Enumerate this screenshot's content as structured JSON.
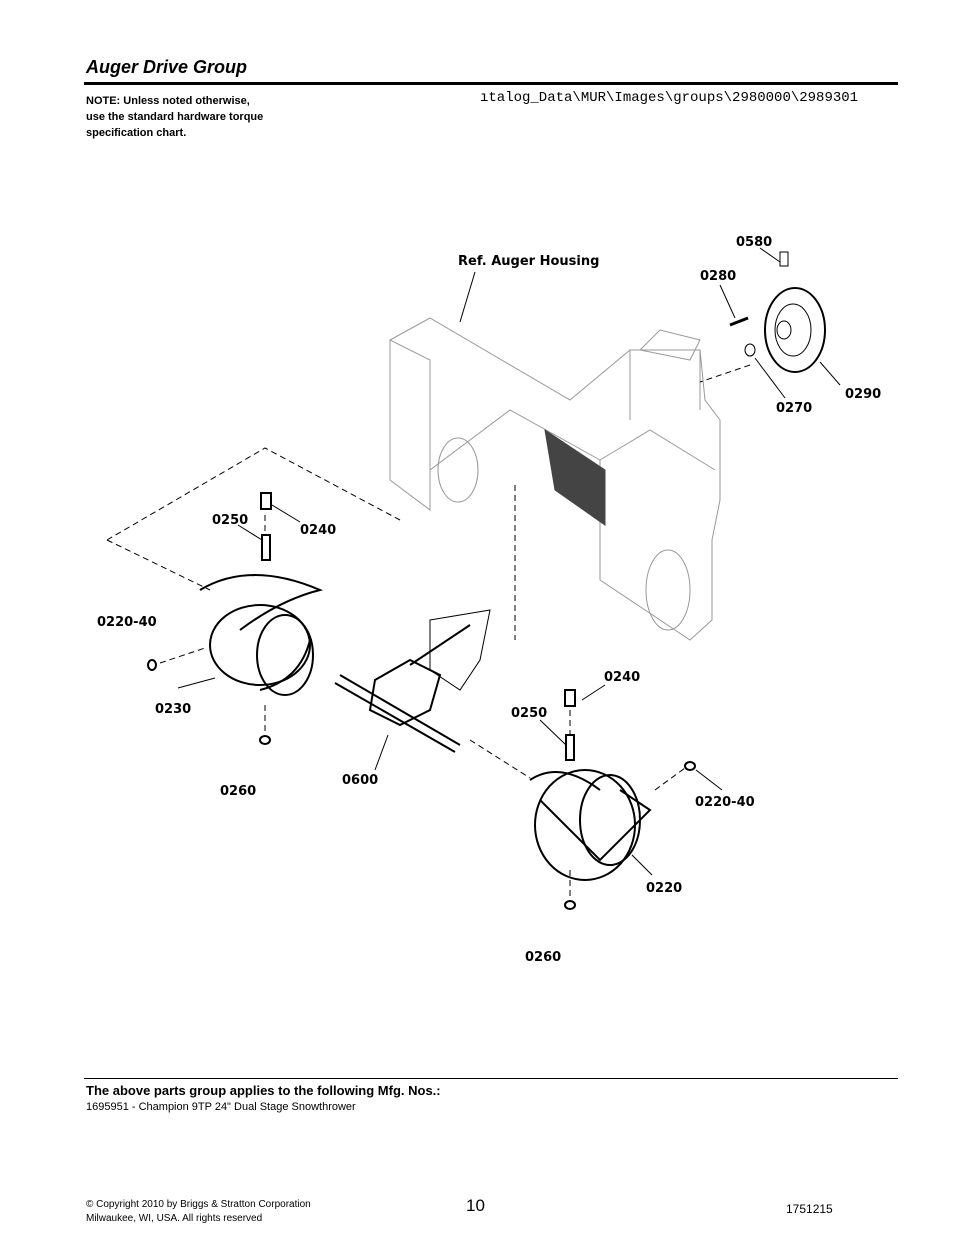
{
  "header": {
    "title": "Auger Drive Group",
    "note_lines": [
      "NOTE: Unless noted otherwise,",
      "use the standard hardware torque",
      "specification chart."
    ],
    "image_path": "ıtalog_Data\\MUR\\Images\\groups\\2980000\\2989301"
  },
  "diagram": {
    "callouts": {
      "ref_housing": "Ref. Auger Housing",
      "p0580": "0580",
      "p0280": "0280",
      "p0290": "0290",
      "p0270": "0270",
      "p0250_left": "0250",
      "p0240_left": "0240",
      "p0220_40_left": "0220-40",
      "p0230": "0230",
      "p0260_left": "0260",
      "p0600": "0600",
      "p0240_right": "0240",
      "p0250_right": "0250",
      "p0220_40_right": "0220-40",
      "p0220": "0220",
      "p0260_right": "0260"
    }
  },
  "footer": {
    "applies_heading": "The above parts group applies to the following Mfg. Nos.:",
    "model_line": "1695951 - Champion 9TP 24\" Dual Stage Snowthrower",
    "copyright_lines": [
      "© Copyright  2010 by Briggs & Stratton Corporation",
      "Milwaukee, WI, USA. All rights reserved"
    ],
    "page_number": "10",
    "doc_number": "1751215"
  }
}
